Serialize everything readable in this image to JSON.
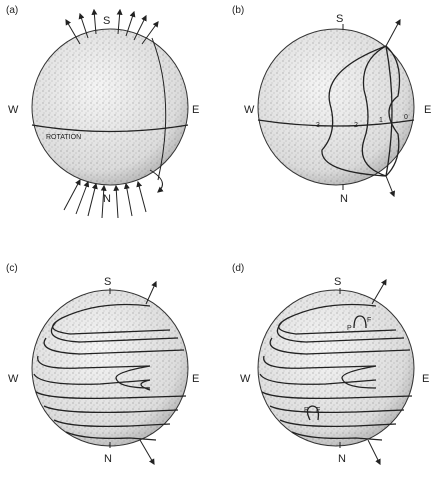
{
  "panels": [
    {
      "id": "a",
      "label": "(a)",
      "north": "N",
      "south": "S",
      "east": "E",
      "west": "W",
      "annotation": "ROTATION"
    },
    {
      "id": "b",
      "label": "(b)",
      "north": "N",
      "south": "S",
      "east": "E",
      "west": "W",
      "line_numbers": [
        "3",
        "2",
        "1",
        "0"
      ]
    },
    {
      "id": "c",
      "label": "(c)",
      "north": "N",
      "south": "S",
      "east": "E",
      "west": "W"
    },
    {
      "id": "d",
      "label": "(d)",
      "north": "N",
      "south": "S",
      "east": "E",
      "west": "W",
      "loop_labels": [
        "P",
        "F",
        "P",
        "F"
      ]
    }
  ],
  "colors": {
    "ink": "#222222",
    "sphere_fill": "#e9e9e9",
    "background": "#ffffff"
  }
}
